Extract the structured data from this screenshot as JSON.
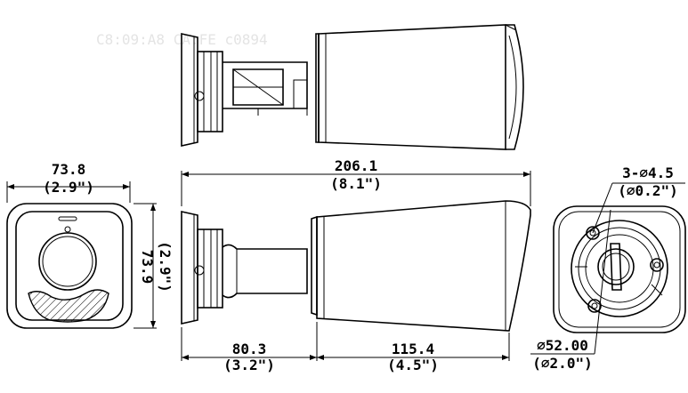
{
  "watermark": "C8:09:A8  CA:FE c0894",
  "front_view": {
    "width": {
      "mm": "73.8",
      "in": "(2.9\")"
    },
    "height": {
      "mm": "73.9",
      "in": "(2.9\")"
    }
  },
  "side_view": {
    "total_length": {
      "mm": "206.1",
      "in": "(8.1\")"
    },
    "mount_length": {
      "mm": "80.3",
      "in": "(3.2\")"
    },
    "body_length": {
      "mm": "115.4",
      "in": "(4.5\")"
    }
  },
  "base_view": {
    "holes": {
      "mm": "3-∅4.5",
      "in": "(∅0.2\")"
    },
    "circle": {
      "mm": "∅52.00",
      "in": "(∅2.0\")"
    }
  }
}
